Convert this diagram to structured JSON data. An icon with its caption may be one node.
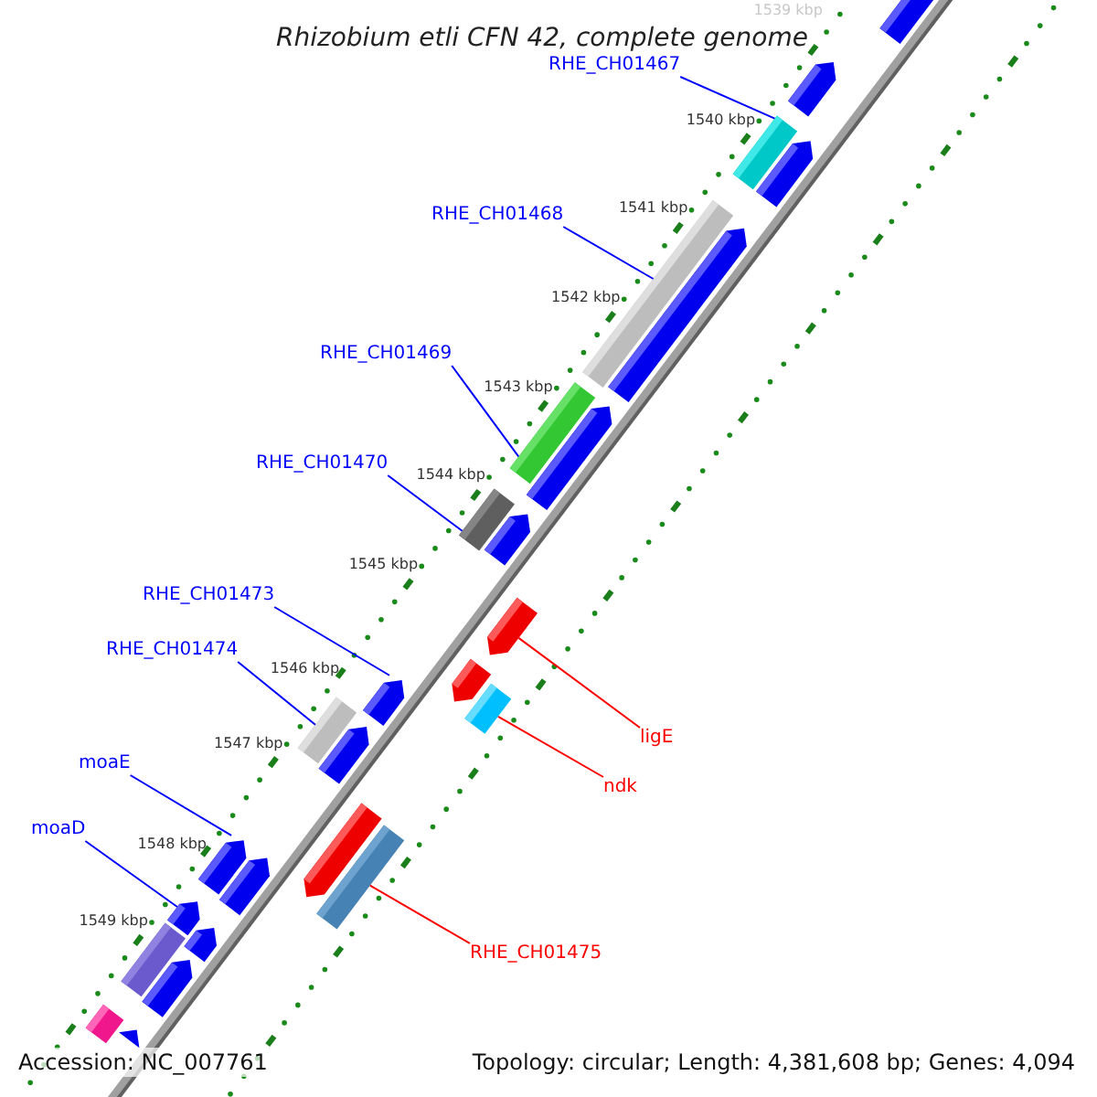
{
  "diagram": {
    "title": "Rhizobium etli CFN 42, complete genome",
    "nodes": [
      {
        "text": [
          "RHE_CH01467"
        ]
      },
      {
        "text": [
          "RHE_CH01468"
        ]
      },
      {
        "text": [
          "RHE_CH01469"
        ]
      },
      {
        "text": [
          "RHE_CH01470"
        ]
      },
      {
        "text": [
          "RHE_CH01473"
        ]
      },
      {
        "text": [
          "RHE_CH01474"
        ]
      },
      {
        "text": [
          "ligE"
        ]
      },
      {
        "text": [
          "moaE"
        ]
      },
      {
        "text": [
          "ndk"
        ]
      },
      {
        "text": [
          "moaD"
        ]
      },
      {
        "text": [
          "RHE_CH01475"
        ]
      },
      {
        "text": [],
        "shape": "arrow"
      },
      {
        "text": [],
        "shape": "arrow"
      },
      {
        "text": [],
        "shape": "bar"
      },
      {
        "text": [],
        "shape": "arrow"
      },
      {
        "text": [],
        "shape": "bar"
      },
      {
        "text": [],
        "shape": "arrow"
      },
      {
        "text": [],
        "shape": "bar"
      },
      {
        "text": [],
        "shape": "arrow"
      },
      {
        "text": [],
        "shape": "bar"
      },
      {
        "text": [],
        "shape": "arrow"
      },
      {
        "text": [],
        "shape": "arrow"
      },
      {
        "text": [],
        "shape": "arrow"
      },
      {
        "text": [],
        "shape": "bar"
      },
      {
        "text": [],
        "shape": "arrow"
      },
      {
        "text": [],
        "shape": "bar"
      },
      {
        "text": [],
        "shape": "arrow"
      },
      {
        "text": [],
        "shape": "arrow"
      },
      {
        "text": [],
        "shape": "bar"
      },
      {
        "text": [],
        "shape": "arrow"
      },
      {
        "text": [],
        "shape": "arrow"
      },
      {
        "text": [],
        "shape": "arrow"
      },
      {
        "text": [],
        "shape": "arrow"
      },
      {
        "text": [],
        "shape": "bar"
      },
      {
        "text": [],
        "shape": "arrow"
      },
      {
        "text": [],
        "shape": "bar"
      },
      {
        "text": [],
        "shape": "arrow"
      }
    ],
    "edges": [
      {
        "from": 0,
        "to": 13,
        "arrow": "none"
      },
      {
        "from": 1,
        "to": 15,
        "arrow": "none"
      },
      {
        "from": 2,
        "to": 17,
        "arrow": "none"
      },
      {
        "from": 3,
        "to": 19,
        "arrow": "none"
      },
      {
        "from": 4,
        "to": 24,
        "arrow": "none"
      },
      {
        "from": 5,
        "to": 25,
        "arrow": "none"
      },
      {
        "from": 6,
        "to": 21,
        "arrow": "none",
        "color": "#ff0000"
      },
      {
        "from": 7,
        "to": 29,
        "arrow": "none"
      },
      {
        "from": 8,
        "to": 23,
        "arrow": "none",
        "color": "#ff0000"
      },
      {
        "from": 9,
        "to": 31,
        "arrow": "none"
      },
      {
        "from": 10,
        "to": 28,
        "arrow": "none",
        "color": "#ff0000"
      }
    ],
    "labels": [
      "1539 kbp",
      "1540 kbp",
      "1541 kbp",
      "1542 kbp",
      "1543 kbp",
      "1544 kbp",
      "1545 kbp",
      "1546 kbp",
      "1547 kbp",
      "1548 kbp",
      "1549 kbp",
      "Accession: NC_007761",
      "Topology: circular; Length: 4,381,608 bp; Genes: 4,094"
    ]
  }
}
